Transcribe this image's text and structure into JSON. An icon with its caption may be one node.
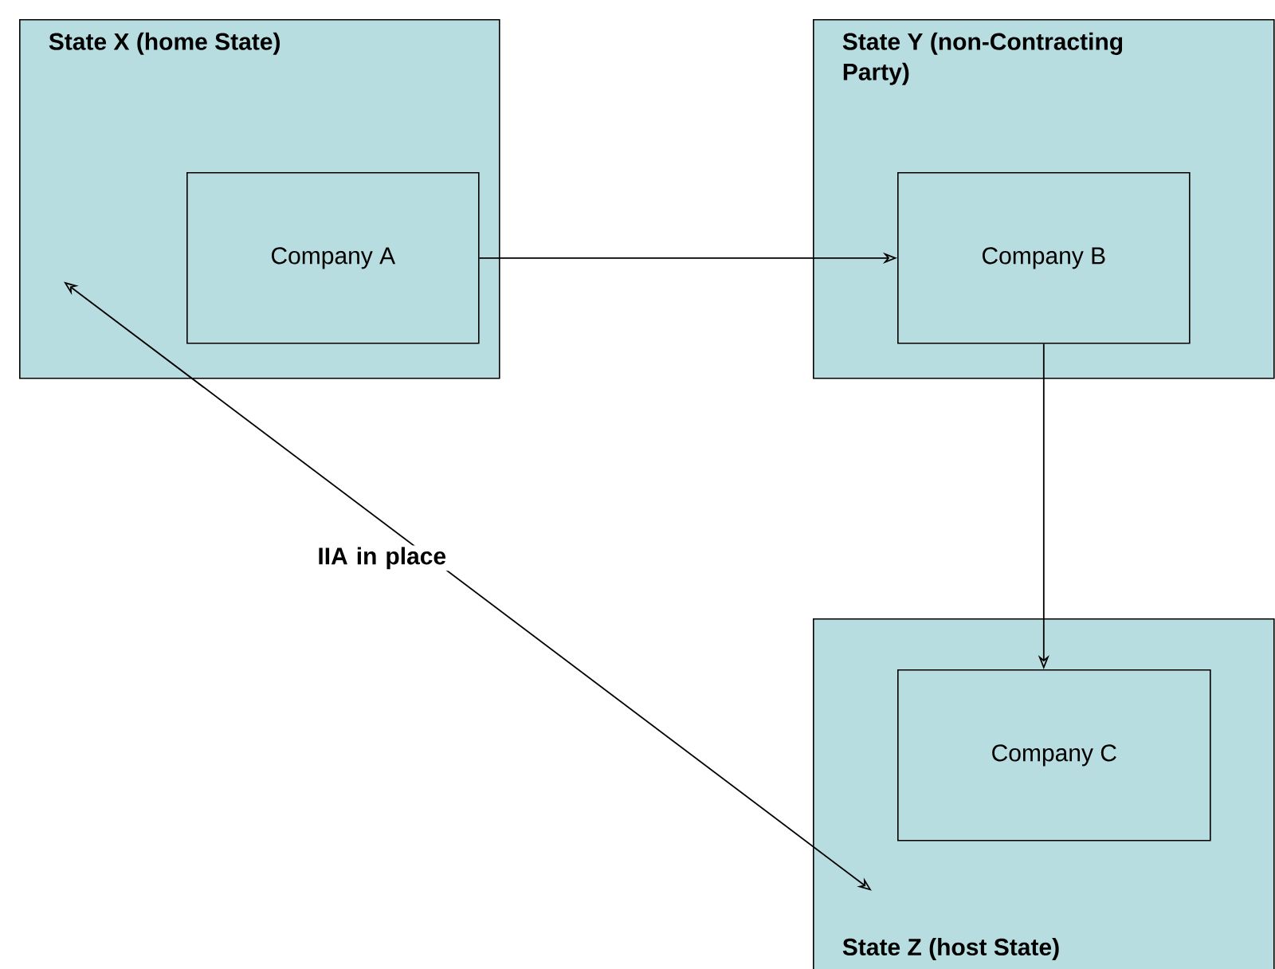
{
  "diagram": {
    "nodes": [
      {
        "text": [
          "State X (home State)"
        ]
      },
      {
        "text": [
          "Company A"
        ],
        "in": 0
      },
      {
        "text": [
          "State Y (non-Contracting Party)"
        ]
      },
      {
        "text": [
          "Company B"
        ],
        "in": 2
      },
      {
        "text": [
          "State Z (host State)"
        ]
      },
      {
        "text": [
          "Company C"
        ],
        "in": 4
      }
    ],
    "edges": [
      {
        "from": 1,
        "to": 3,
        "arrow": "to"
      },
      {
        "from": 3,
        "to": 5,
        "arrow": "to"
      },
      {
        "from": 0,
        "to": 4,
        "arrow": "both",
        "label": "IIA in place"
      }
    ]
  }
}
